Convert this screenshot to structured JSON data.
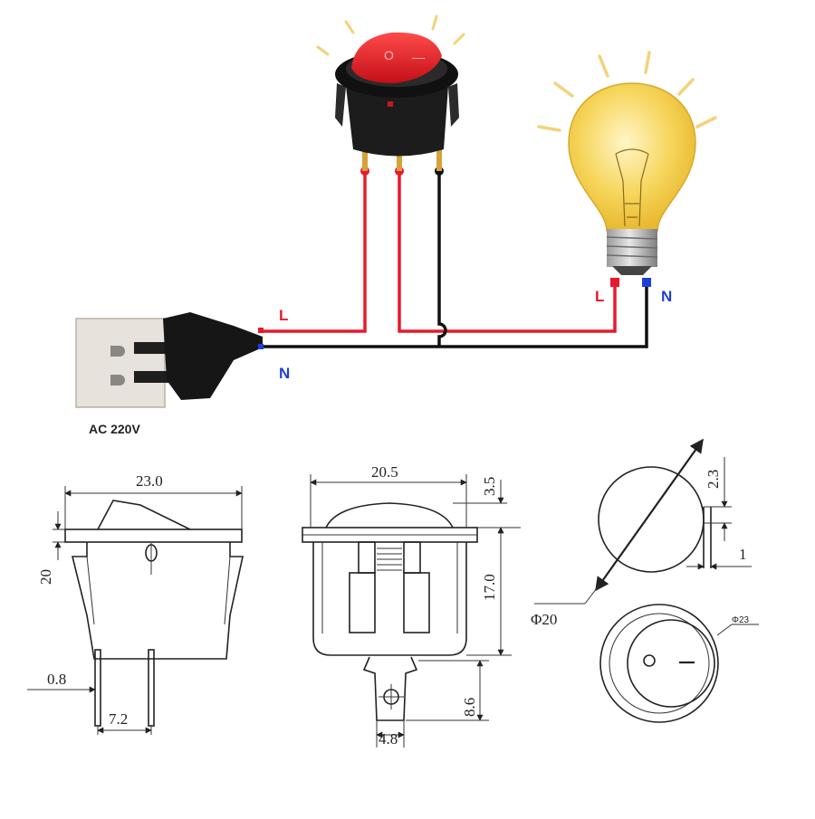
{
  "wiring": {
    "supply_label": "AC 220V",
    "plug_line_label": "L",
    "plug_neutral_label": "N",
    "lamp_line_label": "L",
    "lamp_neutral_label": "N",
    "colors": {
      "line_wire": "#e8192c",
      "neutral_wire": "#111111",
      "neutral_terminal": "#1d3fd6",
      "switch_cap": "#e51d24",
      "switch_body": "#1c1c1c",
      "bulb_glass": "#f6d55a",
      "outlet_plate": "#e8e2dc"
    },
    "switch_symbols": [
      "O",
      "—"
    ]
  },
  "drawings": {
    "side_view": {
      "width": "23.0",
      "height": "20",
      "pin_thickness": "0.8",
      "pin_spacing": "7.2"
    },
    "front_view": {
      "width": "20.5",
      "cap_height": "3.5",
      "body_height": "17.0",
      "terminal_length": "8.6",
      "terminal_width": "4.8"
    },
    "round_view": {
      "diameter": "Φ20",
      "clip_offset": "2.3",
      "clip_thickness": "1",
      "flange_diameter": "Φ23"
    }
  }
}
